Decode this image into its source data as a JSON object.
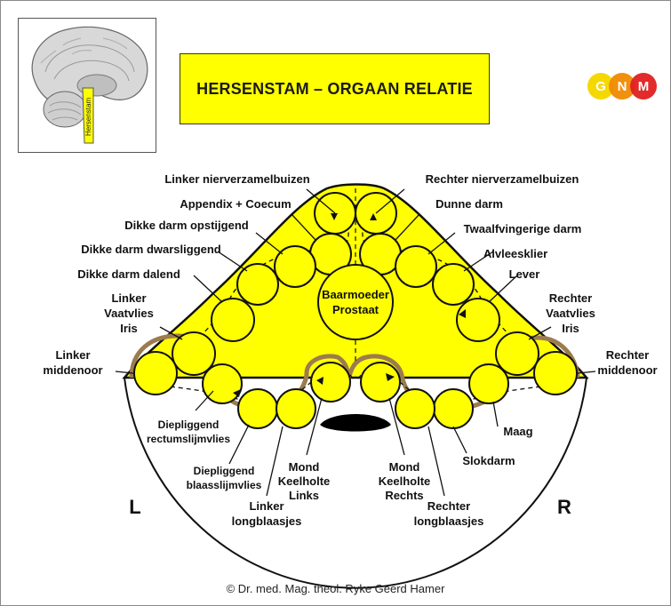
{
  "title": "HERSENSTAM – ORGAAN RELATIE",
  "brain_label": "Hersenstam",
  "logo": {
    "letters": [
      "G",
      "N",
      "M"
    ],
    "colors": [
      "#f5d800",
      "#f08a00",
      "#e02020"
    ]
  },
  "center_label": [
    "Baarmoeder",
    "Prostaat"
  ],
  "side_left": "L",
  "side_right": "R",
  "labels": {
    "linker_nierverzamelbuizen": "Linker nierverzamelbuizen",
    "rechter_nierverzamelbuizen": "Rechter nierverzamelbuizen",
    "appendix_coecum": "Appendix + Coecum",
    "dunne_darm": "Dunne darm",
    "dikke_darm_opstijgend": "Dikke darm opstijgend",
    "twaalfvingerige_darm": "Twaalfvingerige darm",
    "dikke_darm_dwarsliggend": "Dikke darm dwarsliggend",
    "alvleesklier": "Alvleesklier",
    "dikke_darm_dalend": "Dikke darm dalend",
    "lever": "Lever",
    "linker_vaatvlies_iris": [
      "Linker",
      "Vaatvlies",
      "Iris"
    ],
    "rechter_vaatvlies_iris": [
      "Rechter",
      "Vaatvlies",
      "Iris"
    ],
    "linker_middenoor": [
      "Linker",
      "middenoor"
    ],
    "rechter_middenoor": [
      "Rechter",
      "middenoor"
    ],
    "diepliggend_rectumslijmvlies": [
      "Diepliggend",
      "rectumslijmvlies"
    ],
    "diepliggend_blaasslijmvlies": [
      "Diepliggend",
      "blaasslijmvlies"
    ],
    "mond_keelholte_links": [
      "Mond",
      "Keelholte",
      "Links"
    ],
    "mond_keelholte_rechts": [
      "Mond",
      "Keelholte",
      "Rechts"
    ],
    "maag": "Maag",
    "slokdarm": "Slokdarm",
    "linker_longblaasjes": [
      "Linker",
      "longblaasjes"
    ],
    "rechter_longblaasjes": [
      "Rechter",
      "longblaasjes"
    ]
  },
  "copyright": "© Dr. med. Mag. theol. Ryke Geerd Hamer"
}
